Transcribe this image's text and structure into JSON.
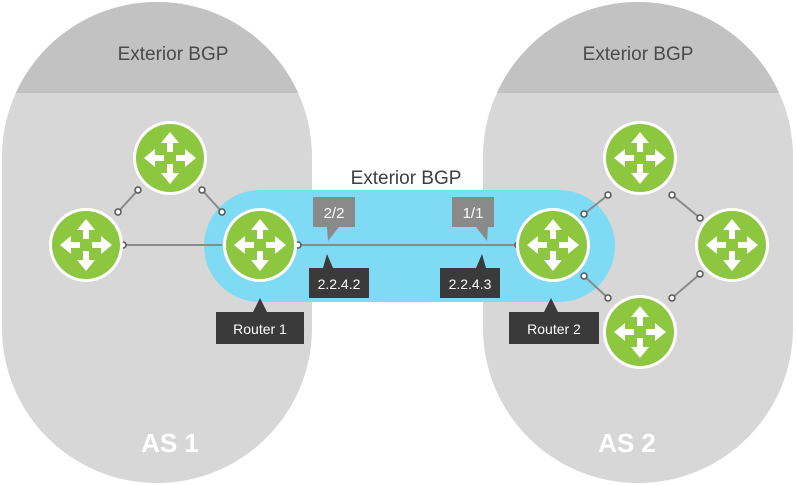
{
  "colors": {
    "as_body": "#d7d7d7",
    "as_header": "#c2c2c2",
    "ebgp_link": "#7fdaf3",
    "router_fill": "#8dc63f",
    "router_ring": "#ffffff",
    "link_line": "#8a8a8a",
    "dark_tag": "#3a3a3a",
    "port_tag": "#8a8a8a"
  },
  "as_left": {
    "header": "Exterior BGP",
    "name": "AS 1",
    "router_label": "Router 1",
    "ip": "2.2.4.2",
    "port": "2/2"
  },
  "as_right": {
    "header": "Exterior BGP",
    "name": "AS 2",
    "router_label": "Router 2",
    "ip": "2.2.4.3",
    "port": "1/1"
  },
  "link": {
    "title": "Exterior BGP"
  },
  "icons": {
    "router": "router-icon"
  }
}
